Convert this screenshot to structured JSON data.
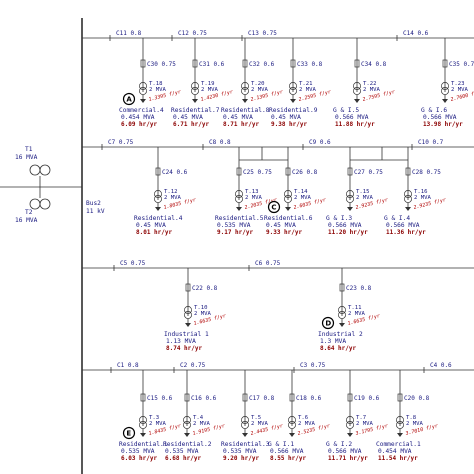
{
  "colors": {
    "text": "#1a1a80",
    "hours": "#8b0000",
    "reliability": "#b00000",
    "line": "#333333"
  },
  "sources": {
    "t1": {
      "name": "T1",
      "rating": "16 MVA"
    },
    "t2": {
      "name": "T2",
      "rating": "16 MVA"
    },
    "bus": {
      "name": "Bus2",
      "voltage": "11 kV"
    }
  },
  "feeders": [
    {
      "cables": [
        "C11  0.8",
        "C12  0.75",
        "C13  0.75",
        "C14  0.6"
      ],
      "branch_cables": [
        "C30  0.75",
        "C31  0.6",
        "C32  0.6",
        "C33  0.8",
        "C34  0.8",
        "C35  0.7"
      ],
      "transformers": [
        {
          "name": "T.18",
          "rating": "2 MVA",
          "rate": "1.3395  f/yr"
        },
        {
          "name": "T.19",
          "rating": "2 MVA",
          "rate": "1.4230  f/yr"
        },
        {
          "name": "T.20",
          "rating": "2 MVA",
          "rate": "2.1395  f/yr"
        },
        {
          "name": "T.21",
          "rating": "2 MVA",
          "rate": "2.2595  f/yr"
        },
        {
          "name": "T.22",
          "rating": "2 MVA",
          "rate": "2.7595  f/yr"
        },
        {
          "name": "T.23",
          "rating": "2 MVA",
          "rate": "2.7600  f/yr"
        }
      ],
      "loads": [
        {
          "name": "Commercial.4",
          "mva": "0.454 MVA",
          "hours": "6.09 hr/yr",
          "marker": "A"
        },
        {
          "name": "Residential.7",
          "mva": "0.45 MVA",
          "hours": "6.71 hr/yr"
        },
        {
          "name": "Residential.8",
          "mva": "0.45 MVA",
          "hours": "8.71 hr/yr"
        },
        {
          "name": "Residential.9",
          "mva": "0.45 MVA",
          "hours": "9.38 hr/yr"
        },
        {
          "name": "G & I.5",
          "mva": "0.566 MVA",
          "hours": "11.88 hr/yr"
        },
        {
          "name": "G & I.6",
          "mva": "0.566 MVA",
          "hours": "13.98 hr/yr"
        }
      ]
    },
    {
      "cables": [
        "C7  0.75",
        "C8  0.8",
        "C9  0.6",
        "C10  0.7"
      ],
      "branch_cables": [
        "C24  0.6",
        "C25  0.75",
        "C26  0.8",
        "C27  0.75",
        "C28  0.75"
      ],
      "transformers": [
        {
          "name": "T.12",
          "rating": "2 MVA",
          "rate": "1.8035  f/yr"
        },
        {
          "name": "T.13",
          "rating": "2 MVA",
          "rate": "2.2035  f/yr"
        },
        {
          "name": "T.14",
          "rating": "2 MVA",
          "rate": "2.6035  f/yr"
        },
        {
          "name": "T.15",
          "rating": "2 MVA",
          "rate": "2.9235  f/yr"
        },
        {
          "name": "T.16",
          "rating": "2 MVA",
          "rate": "2.9235  f/yr"
        }
      ],
      "loads": [
        {
          "name": "Residential.4",
          "mva": "0.45 MVA",
          "hours": "8.01 hr/yr"
        },
        {
          "name": "Residential.5",
          "mva": "0.535 MVA",
          "hours": "9.17 hr/yr"
        },
        {
          "name": "Residential.6",
          "mva": "0.45 MVA",
          "hours": "9.33 hr/yr",
          "marker": "C"
        },
        {
          "name": "G & I.3",
          "mva": "0.566 MVA",
          "hours": "11.20 hr/yr"
        },
        {
          "name": "G & I.4",
          "mva": "0.566 MVA",
          "hours": "11.36 hr/yr"
        }
      ]
    },
    {
      "cables": [
        "C5  0.75",
        "C6  0.75"
      ],
      "branch_cables": [
        "C22  0.8",
        "C23  0.8"
      ],
      "transformers": [
        {
          "name": "T.10",
          "rating": "2 MVA",
          "rate": "1.6635  f/yr"
        },
        {
          "name": "T.11",
          "rating": "2 MVA",
          "rate": "1.6635  f/yr"
        }
      ],
      "loads": [
        {
          "name": "Industrial 1",
          "mva": "1.13 MVA",
          "hours": "8.74 hr/yr"
        },
        {
          "name": "Industrial 2",
          "mva": "1.3 MVA",
          "hours": "8.64 hr/yr",
          "marker": "D"
        }
      ]
    },
    {
      "cables": [
        "C1  0.8",
        "C2  0.75",
        "C3  0.75",
        "C4  0.6"
      ],
      "branch_cables": [
        "C15  0.6",
        "C16  0.6",
        "C17  0.8",
        "C18  0.6",
        "C19  0.6",
        "C20  0.8"
      ],
      "transformers": [
        {
          "name": "T.3",
          "rating": "2 MVA",
          "rate": "1.8435  f/yr"
        },
        {
          "name": "T.4",
          "rating": "2 MVA",
          "rate": "1.9195  f/yr"
        },
        {
          "name": "T.5",
          "rating": "2 MVA",
          "rate": "2.4435  f/yr"
        },
        {
          "name": "T.6",
          "rating": "2 MVA",
          "rate": "2.5235  f/yr"
        },
        {
          "name": "T.7",
          "rating": "2 MVA",
          "rate": "3.1795  f/yr"
        },
        {
          "name": "T.8",
          "rating": "2 MVA",
          "rate": "3.7010  f/yr"
        }
      ],
      "loads": [
        {
          "name": "Residential.1",
          "mva": "0.535 MVA",
          "hours": "6.03 hr/yr",
          "marker": "E"
        },
        {
          "name": "Residential.2",
          "mva": "0.535 MVA",
          "hours": "6.68 hr/yr"
        },
        {
          "name": "Residential.3",
          "mva": "0.535 MVA",
          "hours": "9.20 hr/yr"
        },
        {
          "name": "G & I.1",
          "mva": "0.566 MVA",
          "hours": "8.55 hr/yr"
        },
        {
          "name": "G & I.2",
          "mva": "0.566 MVA",
          "hours": "11.71 hr/yr"
        },
        {
          "name": "Commercial.1",
          "mva": "0.454 MVA",
          "hours": "11.54 hr/yr"
        }
      ]
    }
  ]
}
